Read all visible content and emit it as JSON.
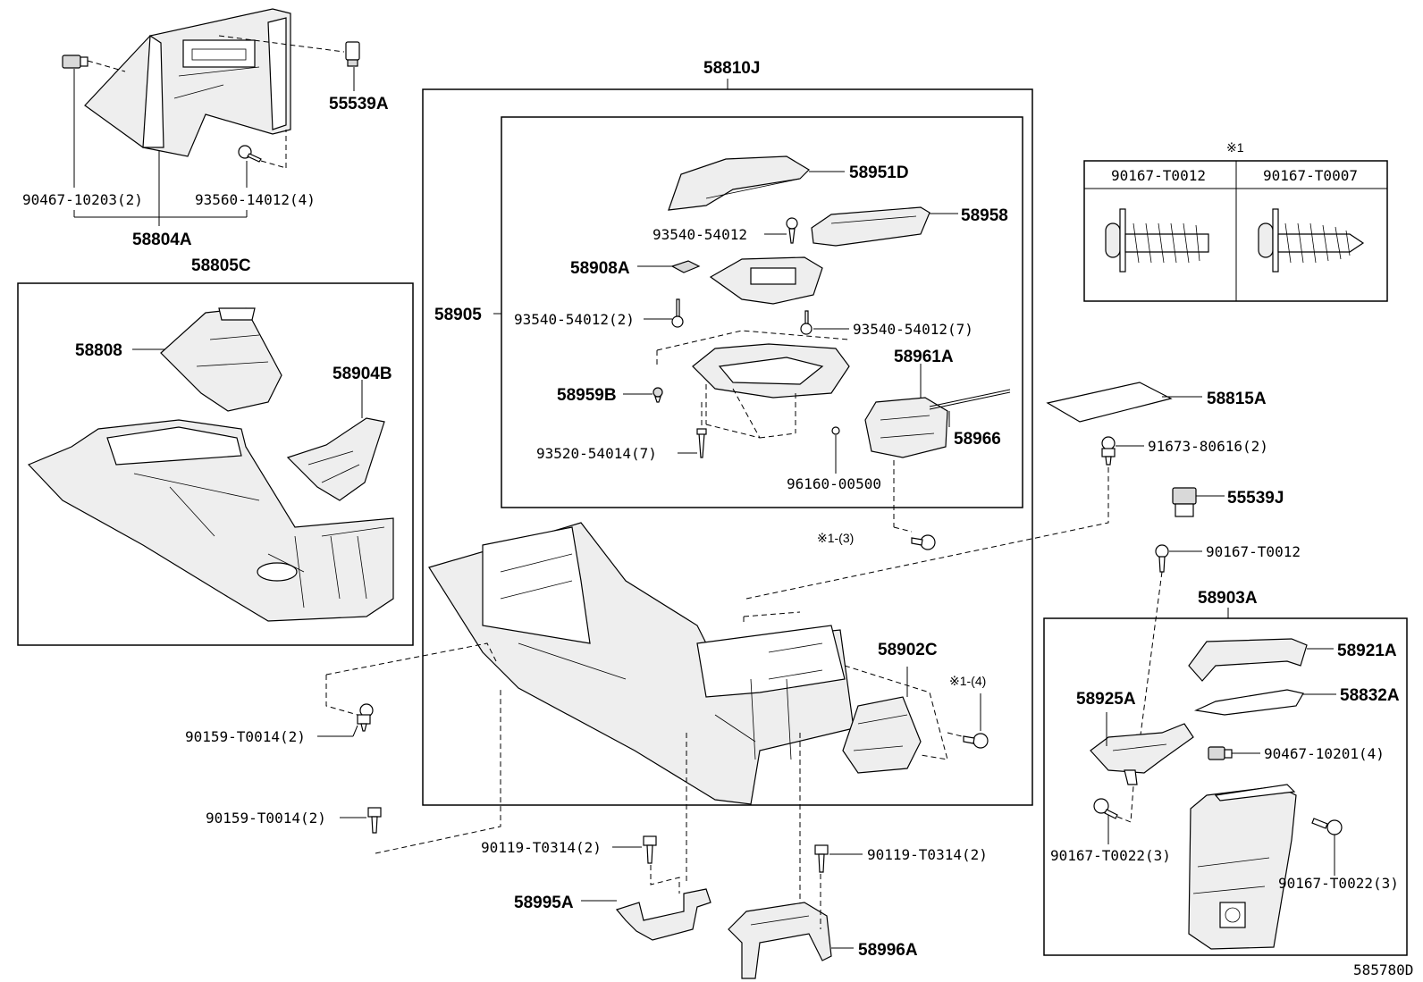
{
  "diagram": {
    "ref_code": "585780D",
    "note_mark": "※1",
    "screw_table": {
      "col1": "90167-T0012",
      "col2": "90167-T0007"
    },
    "labels": {
      "p90467_10203": "90467-10203(2)",
      "p93560_14012": "93560-14012(4)",
      "p58804A": "58804A",
      "p55539A": "55539A",
      "p58805C": "58805C",
      "p58808": "58808",
      "p58904B": "58904B",
      "p58810J": "58810J",
      "p58951D": "58951D",
      "p58958": "58958",
      "p93540_54012_a": "93540-54012",
      "p58908A": "58908A",
      "p58905": "58905",
      "p93540_54012_2": "93540-54012(2)",
      "p93540_54012_7": "93540-54012(7)",
      "p58961A": "58961A",
      "p58959B": "58959B",
      "p58966": "58966",
      "p93520_54014_7": "93520-54014(7)",
      "p96160_00500": "96160-00500",
      "p_note13": "※1-(3)",
      "p58815A": "58815A",
      "p91673_80616": "91673-80616(2)",
      "p55539J": "55539J",
      "p90167_T0012": "90167-T0012",
      "p58903A": "58903A",
      "p58921A": "58921A",
      "p58832A": "58832A",
      "p58925A": "58925A",
      "p90467_10201": "90467-10201(4)",
      "p90167_T0022_a": "90167-T0022(3)",
      "p90167_T0022_b": "90167-T0022(3)",
      "p58902C": "58902C",
      "p_note14": "※1-(4)",
      "p90159_T0014_a": "90159-T0014(2)",
      "p90159_T0014_b": "90159-T0014(2)",
      "p90119_T0314_a": "90119-T0314(2)",
      "p90119_T0314_b": "90119-T0314(2)",
      "p58995A": "58995A",
      "p58996A": "58996A"
    }
  }
}
